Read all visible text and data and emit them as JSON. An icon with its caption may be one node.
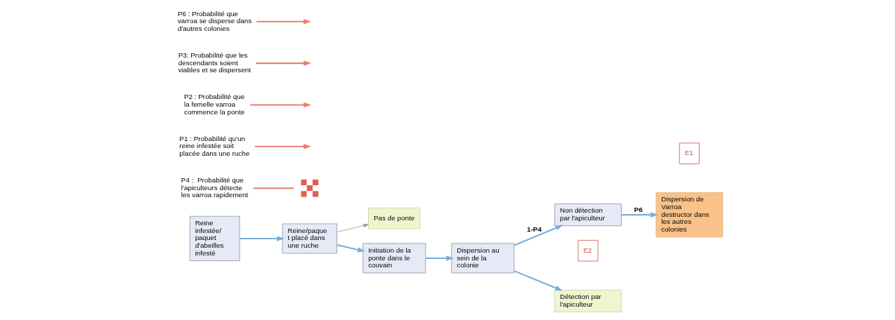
{
  "diagram": {
    "nodes": [
      {
        "text": [
          "Reine infestée/ paquet d'abeilles infesté"
        ]
      },
      {
        "text": [
          "Reine/paque t placé dans une ruche"
        ]
      },
      {
        "text": [
          "Pas de ponte"
        ]
      },
      {
        "text": [
          "Initiation de la ponte dans le couvain"
        ]
      },
      {
        "text": [
          "Dispersion au sein de la colonie"
        ]
      },
      {
        "text": [
          "Non détection par l'apiculteur"
        ]
      },
      {
        "text": [
          "Détection par l'apiculteur"
        ]
      },
      {
        "text": [
          "E1"
        ]
      },
      {
        "text": [
          "Dispersion de Varroa destructor dans les autres colonies"
        ]
      },
      {
        "text": [
          "E2"
        ]
      },
      {
        "text": [],
        "shape": "cross"
      },
      {
        "text": [
          "P1 : Probabilité qu'un reine infestée soit placée dans une ruche"
        ]
      },
      {
        "text": [
          "P2 : Probabilité que la femelle varroa commence la ponte"
        ]
      },
      {
        "text": [
          "P3: Probabilité que les descendants soient viables et se dispersent"
        ]
      },
      {
        "text": [
          "P4 :  Probabilité que l'apiculteurs détecte les varroa rapidement"
        ]
      },
      {
        "text": [
          "P6 : Probabilité que varroa se disperse dans d'autres colonies"
        ]
      }
    ],
    "edges": [
      {
        "from": 0,
        "to": 1,
        "arrow": "to"
      },
      {
        "from": 1,
        "to": 2,
        "arrow": "to",
        "color": "#9a9a9a"
      },
      {
        "from": 1,
        "to": 3,
        "arrow": "to"
      },
      {
        "from": 3,
        "to": 4,
        "arrow": "to"
      },
      {
        "from": 4,
        "to": 5,
        "arrow": "to",
        "label": "1-P4"
      },
      {
        "from": 4,
        "to": 6,
        "arrow": "to"
      },
      {
        "from": 5,
        "to": 8,
        "arrow": "to",
        "label": "P6"
      },
      {
        "from": 11,
        "to": null,
        "arrow": "to",
        "color": "#e8806c"
      },
      {
        "from": 12,
        "to": null,
        "arrow": "to",
        "color": "#e8806c"
      },
      {
        "from": 13,
        "to": null,
        "arrow": "to",
        "color": "#e8806c"
      },
      {
        "from": 14,
        "to": 10,
        "arrow": "none",
        "color": "#e8806c"
      },
      {
        "from": 15,
        "to": null,
        "arrow": "to",
        "color": "#e8806c"
      }
    ]
  }
}
